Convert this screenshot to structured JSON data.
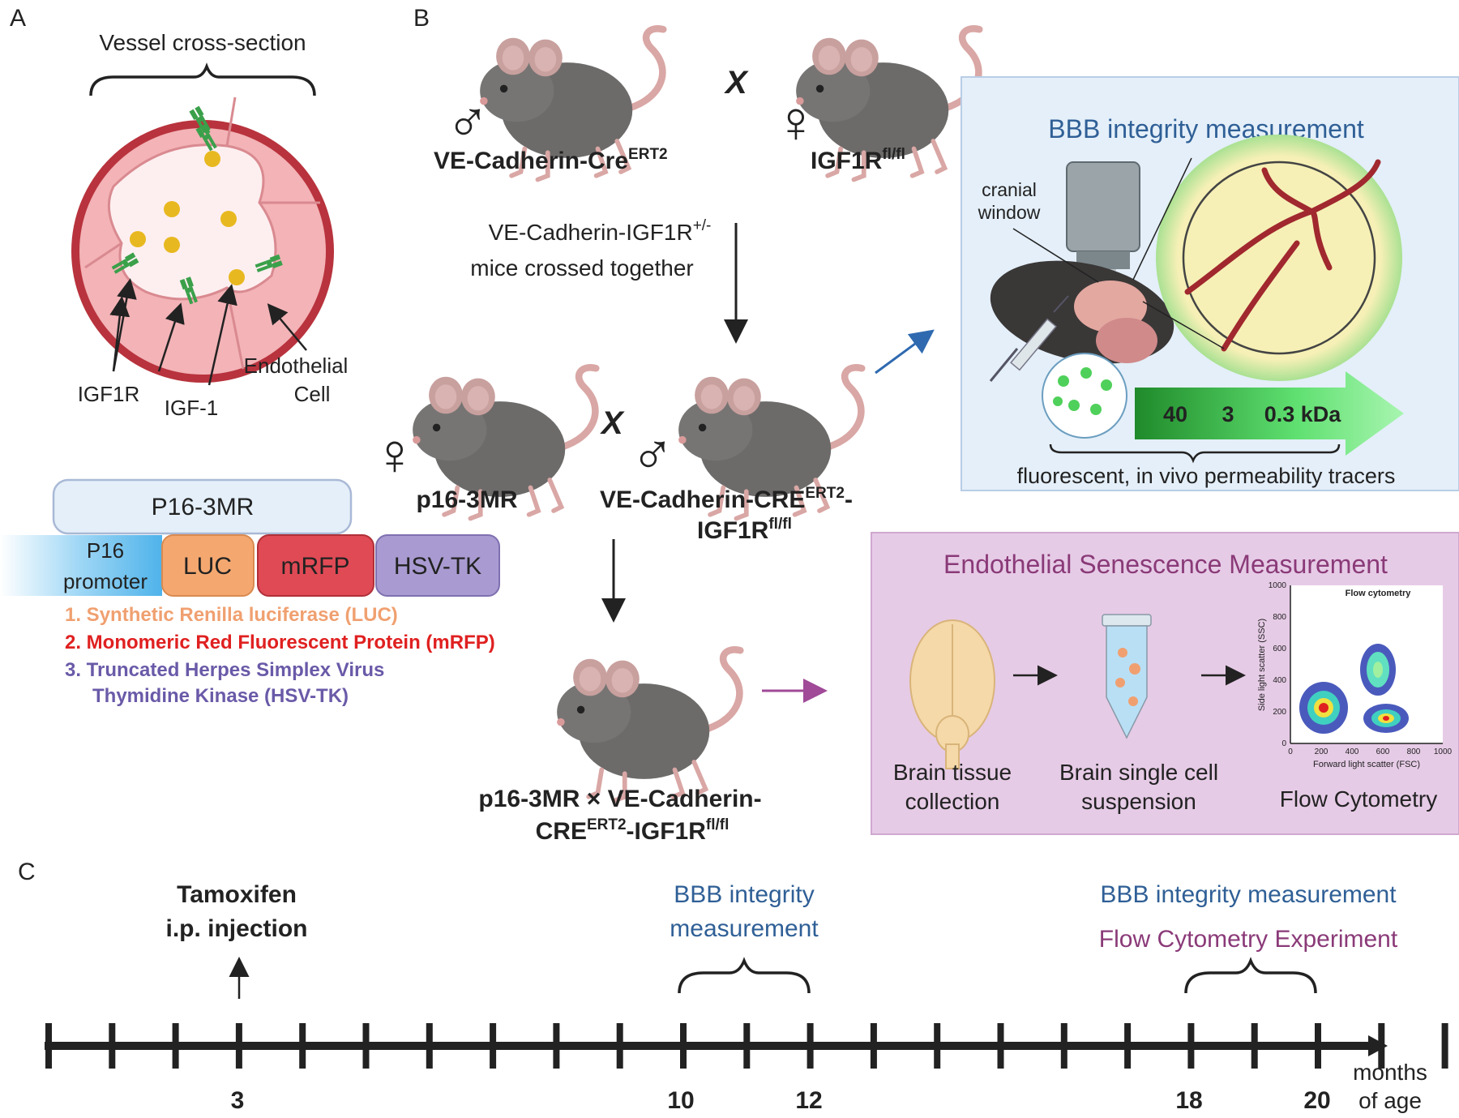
{
  "colors": {
    "blue_heading": "#2f5f96",
    "purple_heading": "#8a3a78",
    "vessel_red": "#b8333d",
    "endothelium_pink": "#f3b3b7",
    "igf1_yellow": "#e8b820",
    "igf1r_green": "#3aa04a",
    "luc_orange": "#f4a870",
    "mrfp_red": "#e04a55",
    "hsvtk_purple": "#a99bd1",
    "panel_b_bg": "#e4eff9",
    "panel_senescence_bg": "#e6cbe6"
  },
  "panel_a": {
    "letter": "A",
    "title": "Vessel cross-section",
    "labels": {
      "igf1r": "IGF1R",
      "igf1": "IGF-1",
      "endothelial_1": "Endothelial",
      "endothelial_2": "Cell"
    },
    "construct": {
      "title": "P16-3MR",
      "subtitle_clipped": "Construct",
      "promoter_1": "P16",
      "promoter_2": "promoter",
      "luc": "LUC",
      "mrfp": "mRFP",
      "hsvtk": "HSV-TK"
    },
    "legend": {
      "item1": "1. Synthetic Renilla luciferase (LUC)",
      "item2": "2. Monomeric Red Fluorescent Protein (mRFP)",
      "item3a": "3. Truncated Herpes Simplex Virus",
      "item3b": "Thymidine Kinase (HSV-TK)"
    }
  },
  "panel_b": {
    "letter": "B",
    "cross_symbol": "X",
    "male_symbol": "♂",
    "female_symbol": "♀",
    "parent1": {
      "base": "VE-Cadherin-Cre",
      "sup": "ERT2"
    },
    "parent2": {
      "base": "IGF1R",
      "sup": "fl/fl"
    },
    "cross_note_1_base": "VE-Cadherin-IGF1R",
    "cross_note_1_sup": "+/-",
    "cross_note_2": "mice crossed together",
    "p16": "p16-3MR",
    "ve_line1_base": "VE-Cadherin-CRE",
    "ve_line1_sup": "ERT2",
    "ve_line1_end": "-",
    "ve_line2_base": "IGF1R",
    "ve_line2_sup": "fl/fl",
    "final_line1": "p16-3MR × VE-Cadherin-",
    "final_line2_a": "CRE",
    "final_line2_sup1": "ERT2",
    "final_line2_b": "-IGF1R",
    "final_line2_sup2": "fl/fl"
  },
  "bbb_box": {
    "title": "BBB integrity measurement",
    "cranial_1": "cranial",
    "cranial_2": "window",
    "tracer_40": "40",
    "tracer_3": "3",
    "tracer_03": "0.3 kDa",
    "caption": "fluorescent, in vivo permeability tracers"
  },
  "senescence_box": {
    "title": "Endothelial Senescence Measurement",
    "step1_a": "Brain tissue",
    "step1_b": "collection",
    "step2_a": "Brain single cell",
    "step2_b": "suspension",
    "step3": "Flow Cytometry",
    "plot": {
      "title": "Flow cytometry",
      "xlabel": "Forward light scatter (FSC)",
      "ylabel": "Side light scatter (SSC)",
      "xticks": [
        "0",
        "200",
        "400",
        "600",
        "800",
        "1000"
      ],
      "yticks": [
        "0",
        "200",
        "400",
        "600",
        "800",
        "1000"
      ]
    }
  },
  "panel_c": {
    "letter": "C",
    "tamoxifen_1": "Tamoxifen",
    "tamoxifen_2": "i.p. injection",
    "bbb_mid_1": "BBB integrity",
    "bbb_mid_2": "measurement",
    "bbb_late": "BBB integrity measurement",
    "flow_late": "Flow Cytometry Experiment",
    "axis_unit_1": "months",
    "axis_unit_2": "of age",
    "tick_labels": [
      "3",
      "10",
      "12",
      "18",
      "20"
    ]
  }
}
